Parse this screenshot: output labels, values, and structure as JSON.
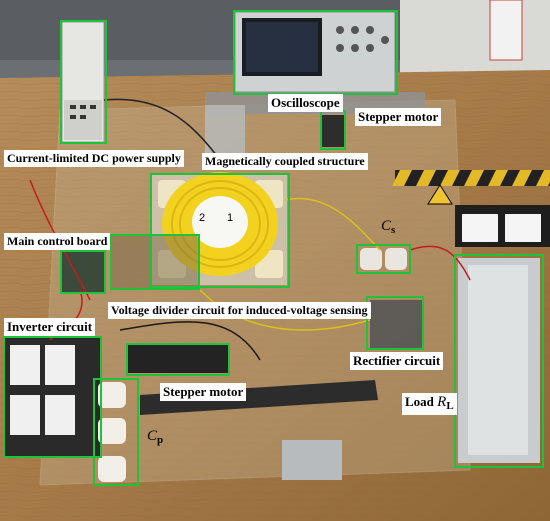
{
  "labels": {
    "oscilloscope": "Oscilloscope",
    "stepper_motor_top": "Stepper motor",
    "dc_supply": "Current-limited DC power supply",
    "coupled_structure": "Magnetically coupled structure",
    "main_control": "Main control board",
    "voltage_divider": "Voltage divider circuit for induced-voltage sensing",
    "inverter": "Inverter circuit",
    "rectifier": "Rectifier circuit",
    "stepper_motor_bottom": "Stepper motor",
    "load_prefix": "Load ",
    "load_symbol": "R",
    "load_subscript": "L",
    "cs_symbol": "C",
    "cs_subscript": "s",
    "cp_symbol": "C",
    "cp_subscript": "p",
    "coil_1": "1",
    "coil_2": "2"
  },
  "colors": {
    "box_outline": "#1fc33a",
    "table": "#a9804f",
    "coil": "#f2d21e"
  }
}
